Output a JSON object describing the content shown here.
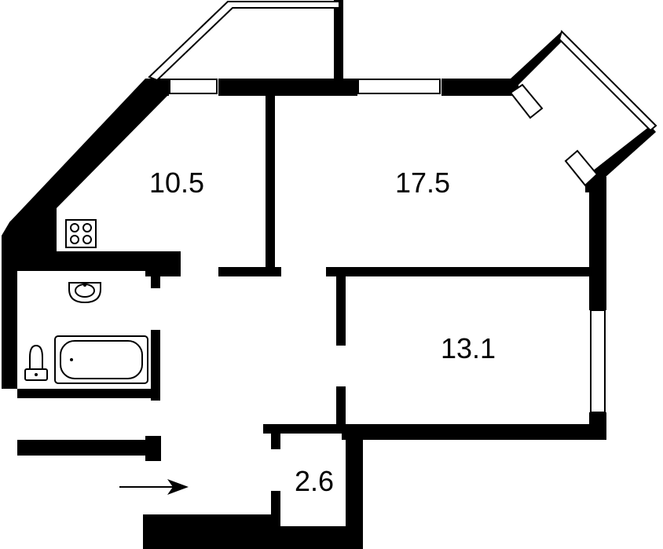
{
  "floor_plan": {
    "rooms": [
      {
        "id": "kitchen",
        "area": "10.5"
      },
      {
        "id": "living-room",
        "area": "17.5"
      },
      {
        "id": "bedroom",
        "area": "13.1"
      },
      {
        "id": "storage",
        "area": "2.6"
      }
    ],
    "fixtures": [
      "stove-icon",
      "sink-icon",
      "toilet-icon",
      "bathtub-icon",
      "entrance-arrow-icon"
    ],
    "colors": {
      "wall": "#000000",
      "background": "#ffffff"
    }
  }
}
